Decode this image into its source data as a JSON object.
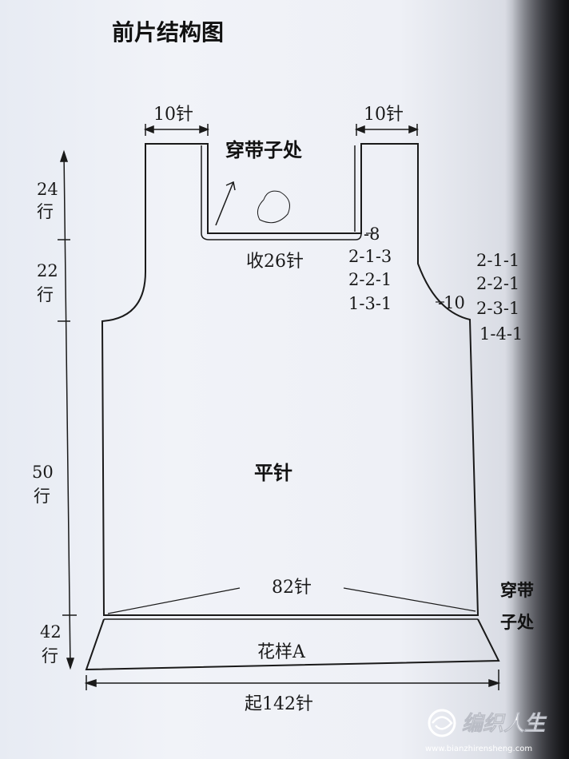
{
  "title": "前片结构图",
  "strap_left": "10针",
  "strap_right": "10针",
  "strap_marker": "穿带子处",
  "neck_decrease": "收26针",
  "neck_shaping": [
    "-8",
    "2-1-3",
    "2-2-1",
    "1-3-1"
  ],
  "armhole_start": "-10",
  "armhole_shaping": [
    "2-1-1",
    "2-2-1",
    "2-3-1",
    "1-4-1"
  ],
  "body_label": "平针",
  "waist_stitches": "82针",
  "side_marker_line1": "穿带",
  "side_marker_line2": "子处",
  "hem_pattern": "花样A",
  "cast_on": "起142针",
  "rows": [
    {
      "num": "24",
      "unit": "行"
    },
    {
      "num": "22",
      "unit": "行"
    },
    {
      "num": "50",
      "unit": "行"
    },
    {
      "num": "42",
      "unit": "行"
    }
  ],
  "watermark_brand": "编织人生",
  "watermark_url": "www.bianzhirensheng.com",
  "colors": {
    "ink": "#1a1a1a",
    "paper": "#eef1f8",
    "watermark": "#ffffff"
  }
}
